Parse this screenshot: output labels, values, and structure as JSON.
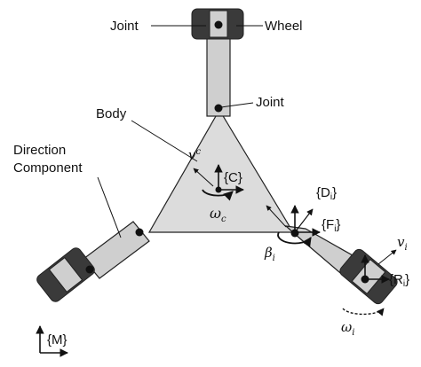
{
  "labels": {
    "joint_top": "Joint",
    "wheel": "Wheel",
    "joint_mid": "Joint",
    "body": "Body",
    "direction_line1": "Direction",
    "direction_line2": "Component",
    "frame_c": "{C}",
    "frame_d": "{D",
    "frame_d_sub": "i",
    "frame_d_end": "}",
    "frame_f": "{F",
    "frame_f_sub": "i",
    "frame_f_end": "}",
    "frame_r": "{R",
    "frame_r_sub": "i",
    "frame_r_end": "}",
    "frame_m": "{M}",
    "v_c": "v",
    "v_c_sub": "c",
    "omega_c": "ω",
    "omega_c_sub": "c",
    "beta_i": "β",
    "beta_i_sub": "i",
    "v_i": "v",
    "v_i_sub": "i",
    "omega_i": "ω",
    "omega_i_sub": "i"
  },
  "colors": {
    "body_fill": "#dcdcdc",
    "arm_fill": "#cfcfcf",
    "wheel_fill": "#3a3a3a",
    "stroke": "#222222"
  }
}
